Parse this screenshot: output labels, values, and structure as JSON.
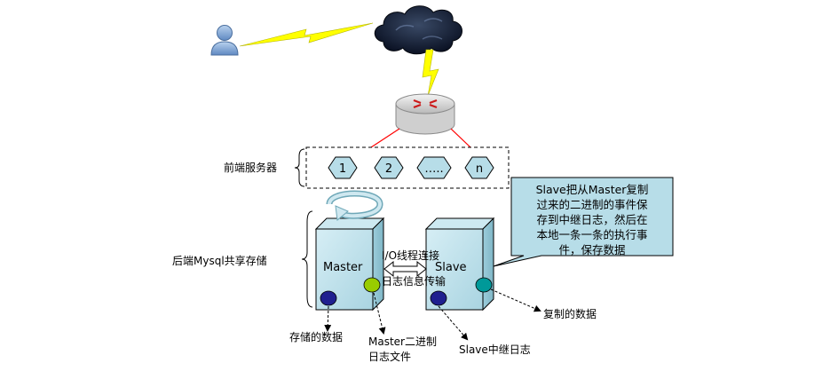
{
  "title": "MySQL Master-Slave Replication Architecture",
  "front_servers": {
    "label": "前端服务器",
    "nodes": [
      "1",
      "2",
      "…..",
      "n"
    ]
  },
  "backend": {
    "label": "后端Mysql共享存储"
  },
  "master": {
    "label": "Master",
    "storage_label": "存储的数据",
    "binlog_label_line1": "Master二进制",
    "binlog_label_line2": "日志文件"
  },
  "slave": {
    "label": "Slave",
    "relay_label": "Slave中继日志",
    "replicated_label": "复制的数据"
  },
  "link": {
    "io_thread": "I/O线程连接",
    "log_transfer": "日志信息传输"
  },
  "callout": {
    "lines": [
      "Slave把从Master复制",
      "过来的二进制的事件保",
      "存到中继日志，然后在",
      "本地一条一条的执行事",
      "件，保存数据"
    ]
  },
  "icons": {
    "user": "user-icon",
    "cloud": "internet-cloud-icon",
    "router": "router-icon",
    "lightning": "lightning-link-icon"
  },
  "colors": {
    "box_fill": "#b7dde8",
    "box_side": "#8fc3d2",
    "callout_fill": "#b7dde8",
    "master_data_dot": "#1f1f8f",
    "binlog_dot": "#99cc00",
    "slave_data_dot": "#009999",
    "lightning": "#ffff00",
    "router_link": "#ff0000"
  }
}
